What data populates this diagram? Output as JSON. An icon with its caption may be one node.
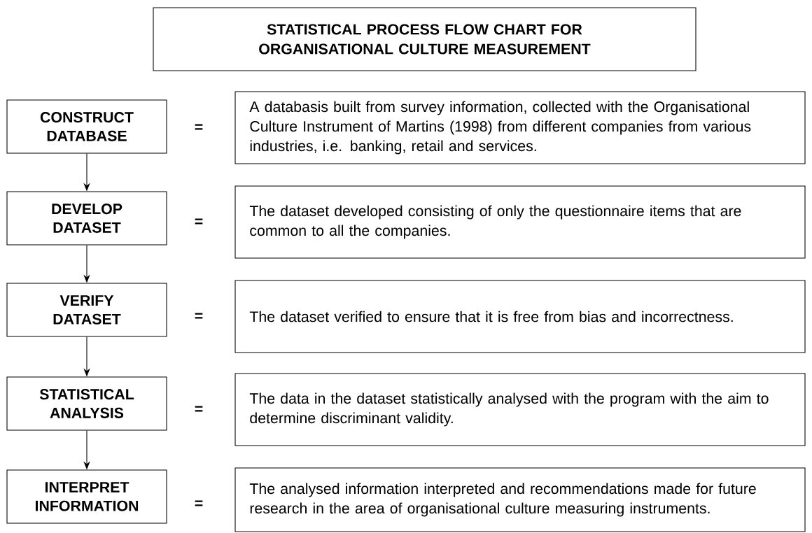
{
  "diagram": {
    "nodes": [
      {
        "text": [
          "STATISTICAL PROCESS FLOW CHART FOR ORGANISATIONAL CULTURE MEASUREMENT"
        ]
      },
      {
        "text": [
          "CONSTRUCT DATABASE"
        ]
      },
      {
        "text": [
          "DEVELOP DATASET"
        ]
      },
      {
        "text": [
          "VERIFY DATASET"
        ]
      },
      {
        "text": [
          "STATISTICAL ANALYSIS"
        ]
      },
      {
        "text": [
          "INTERPRET INFORMATION"
        ]
      },
      {
        "text": [
          "A databasis built from survey information, collected with the Organisational Culture Instrument of Martins (1998) from different companies from various industries, i.e. banking, retail and services."
        ]
      },
      {
        "text": [
          "The dataset developed consisting of only the questionnaire items that are common to all the companies."
        ]
      },
      {
        "text": [
          "The dataset verified to ensure that it is free from bias and incorrectness."
        ]
      },
      {
        "text": [
          "The data in the dataset statistically analysed with the program with the aim to determine discriminant validity."
        ]
      },
      {
        "text": [
          "The analysed information interpreted and recommendations made for future research in the area of organisational culture measuring instruments."
        ]
      }
    ],
    "edges": [
      {
        "from": 1,
        "to": 2,
        "arrow": "to"
      },
      {
        "from": 2,
        "to": 3,
        "arrow": "to"
      },
      {
        "from": 3,
        "to": 4,
        "arrow": "to"
      },
      {
        "from": 4,
        "to": 5,
        "arrow": "to"
      }
    ],
    "labels": [
      "=",
      "=",
      "=",
      "=",
      "="
    ]
  }
}
